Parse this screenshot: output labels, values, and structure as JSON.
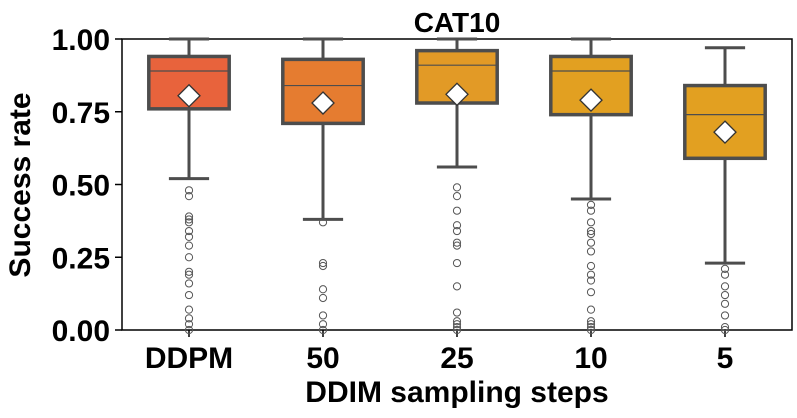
{
  "chart_data": {
    "type": "box",
    "title": "CAT10",
    "xlabel": "DDIM sampling steps",
    "ylabel": "Success rate",
    "ylim": [
      0.0,
      1.0
    ],
    "yticks": [
      "0.00",
      "0.25",
      "0.50",
      "0.75",
      "1.00"
    ],
    "categories": [
      "DDPM",
      "50",
      "25",
      "10",
      "5"
    ],
    "colors": [
      "#e8633c",
      "#e57c30",
      "#e29a26",
      "#e2a021",
      "#e2a021"
    ],
    "boxes": [
      {
        "category": "DDPM",
        "whisker_low": 0.52,
        "q1": 0.76,
        "median": 0.89,
        "q3": 0.94,
        "whisker_high": 1.0,
        "mean": 0.805,
        "outliers": [
          0.48,
          0.46,
          0.39,
          0.38,
          0.37,
          0.34,
          0.32,
          0.29,
          0.25,
          0.2,
          0.19,
          0.16,
          0.12,
          0.07,
          0.04,
          0.02,
          0.0
        ]
      },
      {
        "category": "50",
        "whisker_low": 0.38,
        "q1": 0.71,
        "median": 0.84,
        "q3": 0.93,
        "whisker_high": 1.0,
        "mean": 0.78,
        "outliers": [
          0.37,
          0.23,
          0.22,
          0.14,
          0.11,
          0.05,
          0.02,
          0.0
        ]
      },
      {
        "category": "25",
        "whisker_low": 0.56,
        "q1": 0.78,
        "median": 0.91,
        "q3": 0.96,
        "whisker_high": 1.0,
        "mean": 0.81,
        "outliers": [
          0.49,
          0.46,
          0.41,
          0.36,
          0.34,
          0.3,
          0.29,
          0.23,
          0.15,
          0.06,
          0.03,
          0.02,
          0.01,
          0.0
        ]
      },
      {
        "category": "10",
        "whisker_low": 0.45,
        "q1": 0.74,
        "median": 0.89,
        "q3": 0.94,
        "whisker_high": 1.0,
        "mean": 0.79,
        "outliers": [
          0.43,
          0.41,
          0.37,
          0.34,
          0.33,
          0.3,
          0.27,
          0.22,
          0.19,
          0.17,
          0.13,
          0.07,
          0.03,
          0.02,
          0.01,
          0.0
        ]
      },
      {
        "category": "5",
        "whisker_low": 0.23,
        "q1": 0.59,
        "median": 0.74,
        "q3": 0.84,
        "whisker_high": 0.97,
        "mean": 0.68,
        "outliers": [
          0.21,
          0.19,
          0.15,
          0.12,
          0.09,
          0.05,
          0.01,
          0.0
        ]
      }
    ],
    "grid": false,
    "legend": "none"
  }
}
